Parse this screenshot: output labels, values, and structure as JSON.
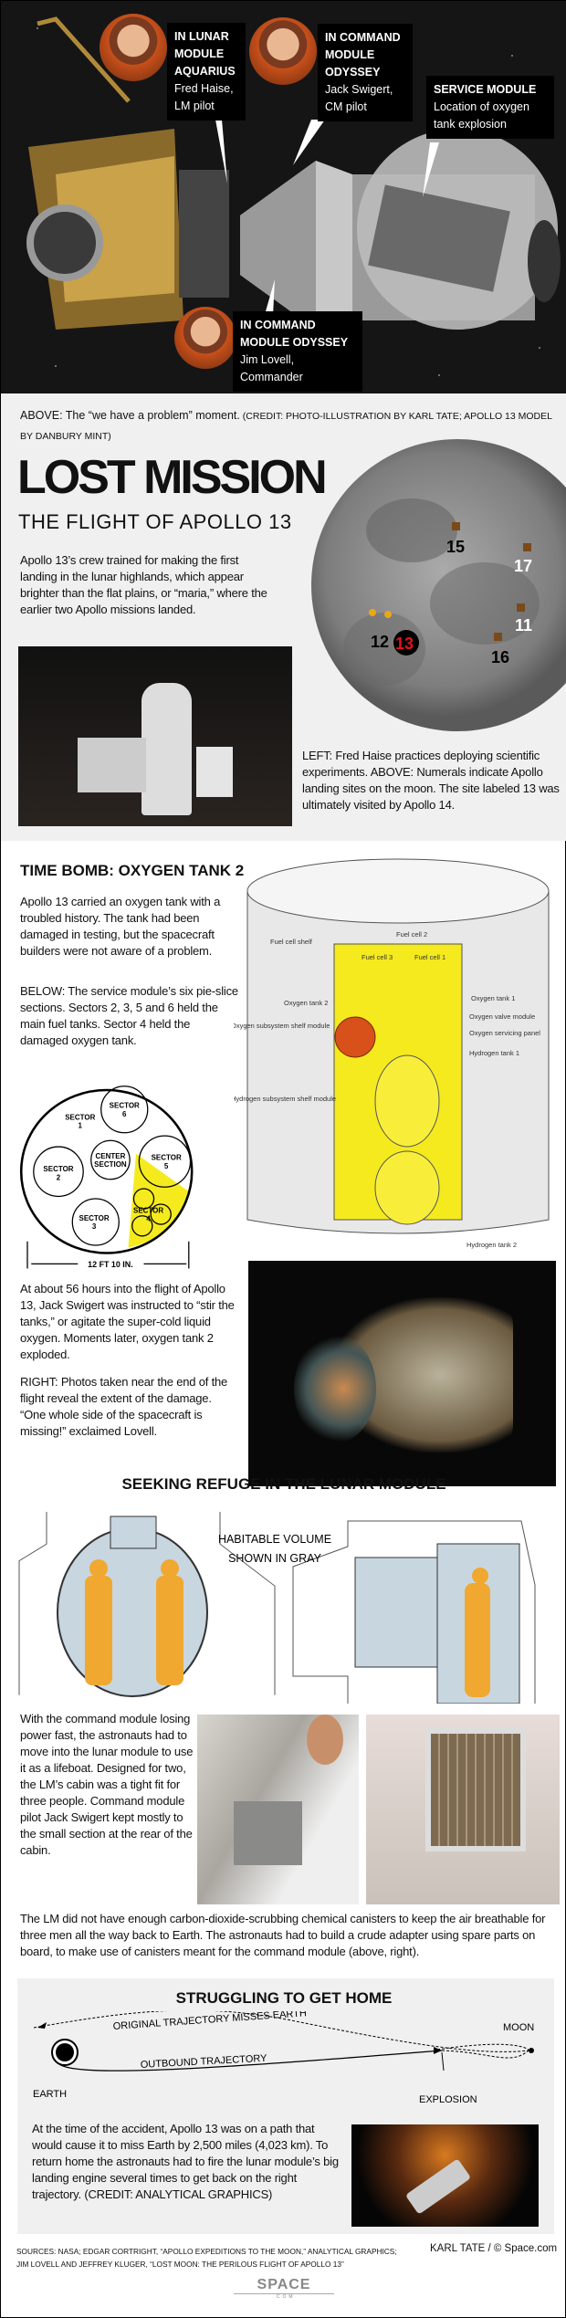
{
  "hero": {
    "labels": [
      {
        "title": "IN LUNAR MODULE AQUARIUS",
        "title_lines": [
          "IN LUNAR",
          "MODULE",
          "AQUARIUS"
        ],
        "name_lines": [
          "Fred Haise,",
          "LM pilot"
        ]
      },
      {
        "title_lines": [
          "IN COMMAND",
          "MODULE",
          "ODYSSEY"
        ],
        "name_lines": [
          "Jack Swigert,",
          "CM pilot"
        ]
      },
      {
        "title_lines": [
          "SERVICE MODULE"
        ],
        "name_lines": [
          "Location of oxygen",
          "tank explosion"
        ]
      },
      {
        "title_lines": [
          "IN COMMAND",
          "MODULE ODYSSEY"
        ],
        "name_lines": [
          "Jim Lovell,",
          "Commander"
        ]
      }
    ]
  },
  "caption": {
    "lead": "ABOVE: The “we have a problem” moment.",
    "credit": " (CREDIT: PHOTO-ILLUSTRATION BY KARL TATE; APOLLO 13 MODEL BY DANBURY MINT)"
  },
  "title": {
    "main": "LOST MISSION",
    "sub": "THE FLIGHT OF APOLLO 13"
  },
  "intro": "Apollo 13’s crew trained for making the first landing in the lunar highlands, which appear brighter than the flat plains, or “maria,” where the earlier two Apollo missions landed.",
  "moon": {
    "sites": [
      "15",
      "17",
      "11",
      "12",
      "13",
      "16"
    ],
    "highlight": "13",
    "highlight_color": "#e0141e"
  },
  "moon_caption": "LEFT:  Fred Haise practices deploying scientific experiments. ABOVE: Numerals indicate Apollo landing sites on the moon. The site labeled 13 was ultimately visited by Apollo 14.",
  "tank": {
    "heading": "TIME BOMB: OXYGEN TANK 2",
    "p1": "Apollo 13 carried an oxygen tank with a troubled history. The tank had been damaged in testing, but the spacecraft builders were not aware of a problem.",
    "p2": "BELOW: The service module’s six pie-slice sections. Sectors 2, 3, 5 and 6 held the main fuel tanks. Sector 4 held the damaged oxygen tank.",
    "sectors": [
      {
        "l1": "SECTOR",
        "l2": "1"
      },
      {
        "l1": "SECTOR",
        "l2": "6"
      },
      {
        "l1": "SECTOR",
        "l2": "2"
      },
      {
        "l1": "CENTER",
        "l2": "SECTION"
      },
      {
        "l1": "SECTOR",
        "l2": "5"
      },
      {
        "l1": "SECTOR",
        "l2": "3"
      },
      {
        "l1": "SECTOR",
        "l2": "4"
      }
    ],
    "dimension": "12 FT 10 IN.",
    "cutaway_labels": {
      "fc2": "Fuel cell 2",
      "fc3": "Fuel cell 3",
      "fc1": "Fuel cell 1",
      "shelf": "Fuel cell shelf",
      "o1": "Oxygen tank 1",
      "o2": "Oxygen tank 2",
      "valve": "Oxygen valve module",
      "oshelf": "Oxygen subsystem shelf module",
      "serv": "Oxygen servicing panel",
      "h1": "Hydrogen tank 1",
      "hshelf": "Hydrogen subsystem shelf module",
      "h2": "Hydrogen tank 2"
    },
    "highlight_color": "#f5ea1e",
    "p3": "At about 56 hours into the flight of Apollo 13, Jack Swigert was instructed to “stir the tanks,” or agitate the super-cold liquid oxygen. Moments later, oxygen tank 2 exploded.",
    "p4": "RIGHT:  Photos taken near the end of the flight reveal the extent of the damage. “One whole side of the spacecraft is missing!” exclaimed Lovell."
  },
  "refuge": {
    "heading": "SEEKING REFUGE IN THE LUNAR MODULE",
    "habitable": [
      "HABITABLE VOLUME",
      "SHOWN IN GRAY"
    ],
    "p1": "With the command module losing power fast, the astronauts had to move into the lunar module to use it as a lifeboat. Designed for two, the LM’s cabin was a tight fit for three people. Command module pilot Jack Swigert kept mostly to the small section at the rear of the cabin.",
    "p2": "The LM did not have enough carbon-dioxide-scrubbing chemical canisters to keep the air breathable for three men all the way back to Earth. The astronauts had to build a crude adapter using spare parts on board, to make use of canisters meant for the command module (above, right)."
  },
  "home": {
    "heading": "STRUGGLING TO GET HOME",
    "original": "ORIGINAL TRAJECTORY MISSES EARTH",
    "outbound": "OUTBOUND TRAJECTORY",
    "earth": "EARTH",
    "moon": "MOON",
    "explosion": "EXPLOSION",
    "p": "At the time of the accident, Apollo 13 was on a path that would cause it to miss Earth by 2,500 miles (4,023 km). To return home the astronauts had to fire the lunar module’s big landing engine several times to get back on the right trajectory. (CREDIT: ANALYTICAL GRAPHICS)"
  },
  "footer": {
    "sources": "SOURCES:  NASA; EDGAR CORTRIGHT, “APOLLO EXPEDITIONS TO THE MOON,” ANALYTICAL GRAPHICS; JIM LOVELL AND JEFFREY KLUGER, “LOST MOON: THE PERILOUS FLIGHT OF APOLLO 13”",
    "credit": "KARL TATE / © Space.com",
    "logo": "SPACE",
    "logo_sub": ".COM"
  }
}
